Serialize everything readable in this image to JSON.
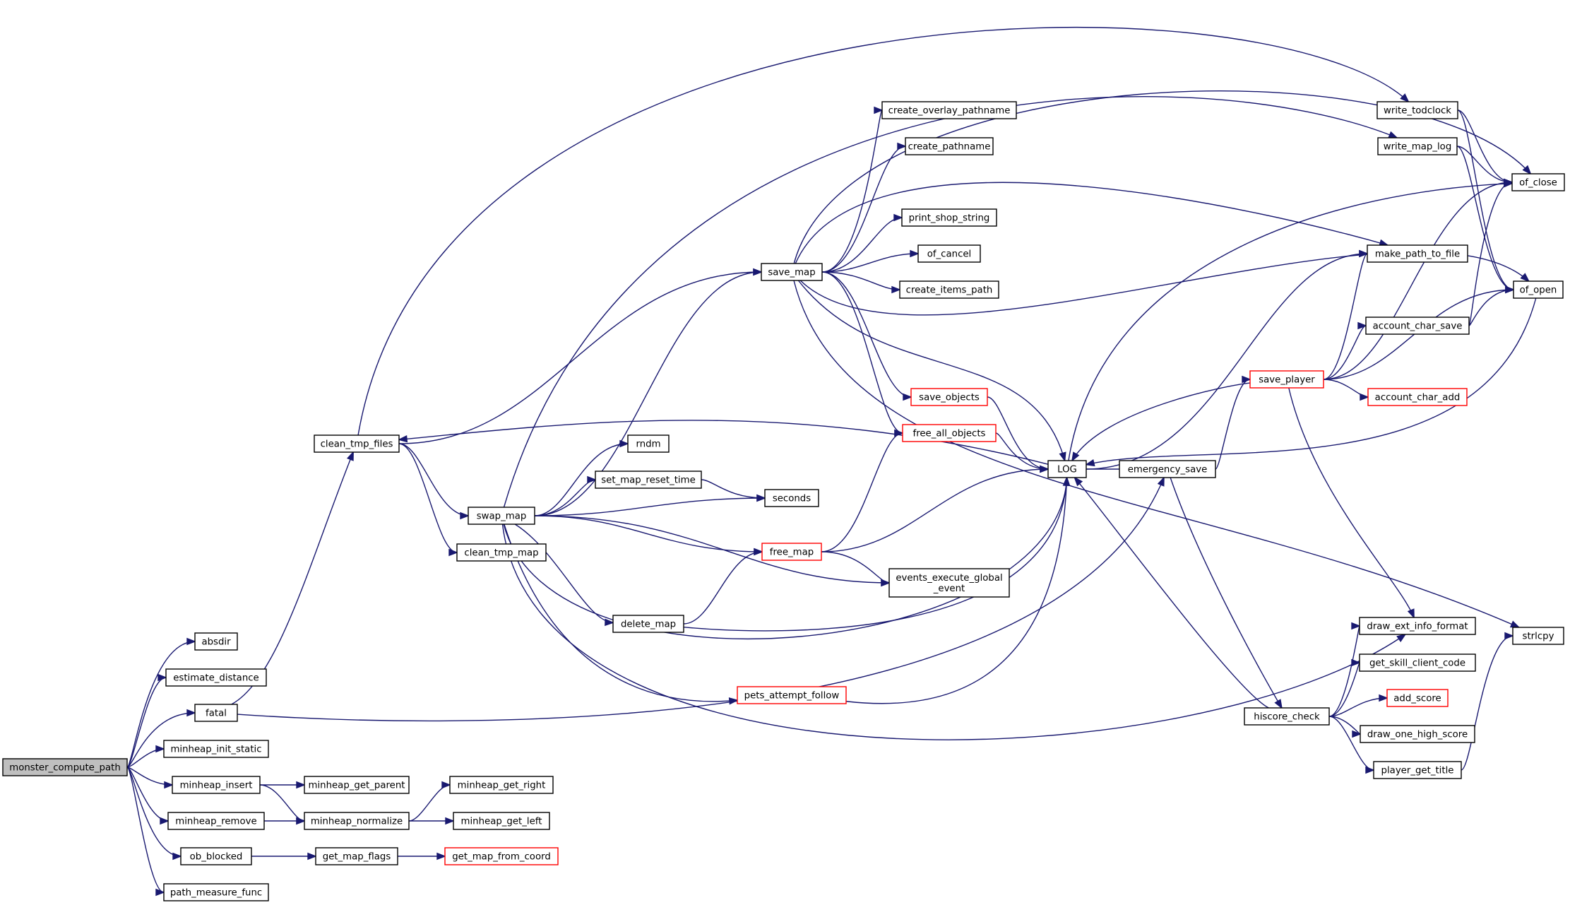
{
  "graph": {
    "root": "monster_compute_path",
    "colors": {
      "edge": "#191970",
      "root_fill": "#bfbfbf",
      "red_border": "#ff0000",
      "border": "#000000",
      "background": "#ffffff"
    },
    "nodes": [
      {
        "id": "monster_compute_path",
        "label": [
          "monster_compute_path"
        ],
        "root": true
      },
      {
        "id": "absdir",
        "label": [
          "absdir"
        ]
      },
      {
        "id": "estimate_distance",
        "label": [
          "estimate_distance"
        ]
      },
      {
        "id": "fatal",
        "label": [
          "fatal"
        ]
      },
      {
        "id": "minheap_init_static",
        "label": [
          "minheap_init_static"
        ]
      },
      {
        "id": "minheap_insert",
        "label": [
          "minheap_insert"
        ]
      },
      {
        "id": "minheap_remove",
        "label": [
          "minheap_remove"
        ]
      },
      {
        "id": "ob_blocked",
        "label": [
          "ob_blocked"
        ]
      },
      {
        "id": "path_measure_func",
        "label": [
          "path_measure_func"
        ]
      },
      {
        "id": "clean_tmp_files",
        "label": [
          "clean_tmp_files"
        ]
      },
      {
        "id": "minheap_get_parent",
        "label": [
          "minheap_get_parent"
        ]
      },
      {
        "id": "minheap_normalize",
        "label": [
          "minheap_normalize"
        ]
      },
      {
        "id": "get_map_flags",
        "label": [
          "get_map_flags"
        ]
      },
      {
        "id": "swap_map",
        "label": [
          "swap_map"
        ]
      },
      {
        "id": "clean_tmp_map",
        "label": [
          "clean_tmp_map"
        ]
      },
      {
        "id": "minheap_get_right",
        "label": [
          "minheap_get_right"
        ]
      },
      {
        "id": "minheap_get_left",
        "label": [
          "minheap_get_left"
        ]
      },
      {
        "id": "get_map_from_coord",
        "label": [
          "get_map_from_coord"
        ],
        "red": true
      },
      {
        "id": "rndm",
        "label": [
          "rndm"
        ]
      },
      {
        "id": "set_map_reset_time",
        "label": [
          "set_map_reset_time"
        ]
      },
      {
        "id": "seconds",
        "label": [
          "seconds"
        ]
      },
      {
        "id": "save_map",
        "label": [
          "save_map"
        ]
      },
      {
        "id": "free_map",
        "label": [
          "free_map"
        ],
        "red": true
      },
      {
        "id": "delete_map",
        "label": [
          "delete_map"
        ]
      },
      {
        "id": "pets_attempt_follow",
        "label": [
          "pets_attempt_follow"
        ],
        "red": true
      },
      {
        "id": "events_execute_global_event",
        "label": [
          "events_execute_global",
          "_event"
        ]
      },
      {
        "id": "create_overlay_pathname",
        "label": [
          "create_overlay_pathname"
        ]
      },
      {
        "id": "create_pathname",
        "label": [
          "create_pathname"
        ]
      },
      {
        "id": "print_shop_string",
        "label": [
          "print_shop_string"
        ]
      },
      {
        "id": "of_cancel",
        "label": [
          "of_cancel"
        ]
      },
      {
        "id": "create_items_path",
        "label": [
          "create_items_path"
        ]
      },
      {
        "id": "save_objects",
        "label": [
          "save_objects"
        ],
        "red": true
      },
      {
        "id": "free_all_objects",
        "label": [
          "free_all_objects"
        ],
        "red": true
      },
      {
        "id": "LOG",
        "label": [
          "LOG"
        ]
      },
      {
        "id": "emergency_save",
        "label": [
          "emergency_save"
        ]
      },
      {
        "id": "write_todclock",
        "label": [
          "write_todclock"
        ]
      },
      {
        "id": "write_map_log",
        "label": [
          "write_map_log"
        ]
      },
      {
        "id": "make_path_to_file",
        "label": [
          "make_path_to_file"
        ]
      },
      {
        "id": "account_char_save",
        "label": [
          "account_char_save"
        ]
      },
      {
        "id": "save_player",
        "label": [
          "save_player"
        ],
        "red": true
      },
      {
        "id": "account_char_add",
        "label": [
          "account_char_add"
        ],
        "red": true
      },
      {
        "id": "of_close",
        "label": [
          "of_close"
        ]
      },
      {
        "id": "of_open",
        "label": [
          "of_open"
        ]
      },
      {
        "id": "draw_ext_info_format",
        "label": [
          "draw_ext_info_format"
        ]
      },
      {
        "id": "get_skill_client_code",
        "label": [
          "get_skill_client_code"
        ]
      },
      {
        "id": "add_score",
        "label": [
          "add_score"
        ],
        "red": true
      },
      {
        "id": "hiscore_check",
        "label": [
          "hiscore_check"
        ]
      },
      {
        "id": "draw_one_high_score",
        "label": [
          "draw_one_high_score"
        ]
      },
      {
        "id": "player_get_title",
        "label": [
          "player_get_title"
        ]
      },
      {
        "id": "strlcpy",
        "label": [
          "strlcpy"
        ]
      }
    ],
    "edges": [
      [
        "monster_compute_path",
        "absdir"
      ],
      [
        "monster_compute_path",
        "estimate_distance"
      ],
      [
        "monster_compute_path",
        "fatal"
      ],
      [
        "monster_compute_path",
        "minheap_init_static"
      ],
      [
        "monster_compute_path",
        "minheap_insert"
      ],
      [
        "monster_compute_path",
        "minheap_remove"
      ],
      [
        "monster_compute_path",
        "ob_blocked"
      ],
      [
        "monster_compute_path",
        "path_measure_func"
      ],
      [
        "fatal",
        "clean_tmp_files"
      ],
      [
        "fatal",
        "emergency_save"
      ],
      [
        "minheap_insert",
        "minheap_get_parent"
      ],
      [
        "minheap_insert",
        "minheap_normalize"
      ],
      [
        "minheap_remove",
        "minheap_normalize"
      ],
      [
        "minheap_normalize",
        "minheap_get_right"
      ],
      [
        "minheap_normalize",
        "minheap_get_left"
      ],
      [
        "ob_blocked",
        "get_map_flags"
      ],
      [
        "get_map_flags",
        "get_map_from_coord"
      ],
      [
        "clean_tmp_files",
        "save_map"
      ],
      [
        "clean_tmp_files",
        "swap_map"
      ],
      [
        "clean_tmp_files",
        "clean_tmp_map"
      ],
      [
        "clean_tmp_files",
        "write_todclock"
      ],
      [
        "swap_map",
        "rndm"
      ],
      [
        "swap_map",
        "set_map_reset_time"
      ],
      [
        "swap_map",
        "seconds"
      ],
      [
        "swap_map",
        "save_map"
      ],
      [
        "swap_map",
        "free_map"
      ],
      [
        "swap_map",
        "events_execute_global_event"
      ],
      [
        "swap_map",
        "delete_map"
      ],
      [
        "swap_map",
        "LOG"
      ],
      [
        "swap_map",
        "pets_attempt_follow"
      ],
      [
        "swap_map",
        "draw_ext_info_format"
      ],
      [
        "swap_map",
        "write_map_log"
      ],
      [
        "set_map_reset_time",
        "seconds"
      ],
      [
        "save_map",
        "create_overlay_pathname"
      ],
      [
        "save_map",
        "create_pathname"
      ],
      [
        "save_map",
        "print_shop_string"
      ],
      [
        "save_map",
        "of_cancel"
      ],
      [
        "save_map",
        "create_items_path"
      ],
      [
        "save_map",
        "save_objects"
      ],
      [
        "save_map",
        "free_all_objects"
      ],
      [
        "save_map",
        "LOG"
      ],
      [
        "save_map",
        "make_path_to_file"
      ],
      [
        "save_map",
        "of_close"
      ],
      [
        "save_map",
        "of_open"
      ],
      [
        "save_map",
        "strlcpy"
      ],
      [
        "free_map",
        "free_all_objects"
      ],
      [
        "free_map",
        "LOG"
      ],
      [
        "free_map",
        "events_execute_global_event"
      ],
      [
        "delete_map",
        "free_map"
      ],
      [
        "delete_map",
        "LOG"
      ],
      [
        "pets_attempt_follow",
        "LOG"
      ],
      [
        "save_objects",
        "LOG"
      ],
      [
        "free_all_objects",
        "LOG"
      ],
      [
        "LOG",
        "clean_tmp_files"
      ],
      [
        "LOG",
        "emergency_save"
      ],
      [
        "LOG",
        "of_close"
      ],
      [
        "LOG",
        "make_path_to_file"
      ],
      [
        "emergency_save",
        "save_player"
      ],
      [
        "emergency_save",
        "hiscore_check"
      ],
      [
        "save_player",
        "LOG"
      ],
      [
        "save_player",
        "make_path_to_file"
      ],
      [
        "save_player",
        "of_close"
      ],
      [
        "save_player",
        "account_char_save"
      ],
      [
        "save_player",
        "of_open"
      ],
      [
        "save_player",
        "account_char_add"
      ],
      [
        "save_player",
        "draw_ext_info_format"
      ],
      [
        "account_char_save",
        "of_close"
      ],
      [
        "account_char_save",
        "of_open"
      ],
      [
        "of_open",
        "LOG"
      ],
      [
        "write_todclock",
        "of_close"
      ],
      [
        "write_todclock",
        "of_open"
      ],
      [
        "write_map_log",
        "of_close"
      ],
      [
        "write_map_log",
        "of_open"
      ],
      [
        "hiscore_check",
        "LOG"
      ],
      [
        "hiscore_check",
        "draw_ext_info_format"
      ],
      [
        "hiscore_check",
        "get_skill_client_code"
      ],
      [
        "hiscore_check",
        "add_score"
      ],
      [
        "hiscore_check",
        "draw_one_high_score"
      ],
      [
        "hiscore_check",
        "player_get_title"
      ],
      [
        "player_get_title",
        "strlcpy"
      ]
    ]
  }
}
